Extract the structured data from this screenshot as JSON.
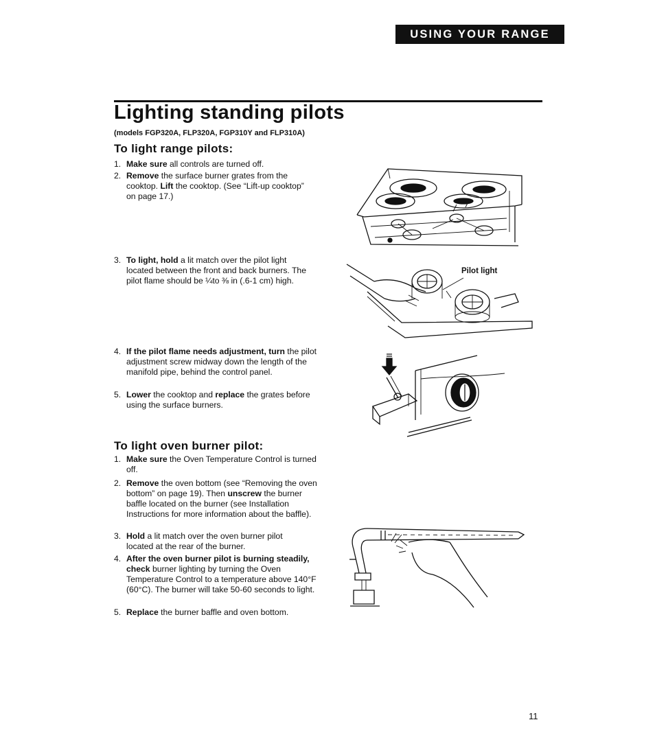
{
  "header": {
    "section_banner": "USING YOUR RANGE"
  },
  "page": {
    "title": "Lighting standing pilots",
    "models": "(models FGP320A, FLP320A, FGP310Y and FLP310A)",
    "page_number": "11"
  },
  "range_section": {
    "heading": "To light range pilots:",
    "steps": [
      {
        "num": "1.",
        "bold": "Make sure",
        "text": " all controls are turned off."
      },
      {
        "num": "2.",
        "bold": "Remove",
        "text": " the surface burner grates from the cooktop.",
        "bold2": " Lift",
        "text2": " the cooktop. (See “Lift-up cooktop” on page 17.)"
      },
      {
        "num": "3.",
        "bold": "To light, hold",
        "text": " a lit match over the pilot light located between the front and back burners. The pilot flame should be ¼to ⅜ in (.6-1 cm) high."
      },
      {
        "num": "4.",
        "bold": "If the pilot flame needs adjustment, turn",
        "text": " the pilot adjustment screw midway down the length of the manifold pipe, behind the control panel."
      },
      {
        "num": "5.",
        "bold": "Lower",
        "text": " the cooktop and",
        "bold2": " replace",
        "text2": " the grates before using the surface burners."
      }
    ]
  },
  "oven_section": {
    "heading": "To light oven burner pilot:",
    "steps": [
      {
        "num": "1.",
        "bold": "Make sure",
        "text": " the Oven Temperature Control is turned off."
      },
      {
        "num": "2.",
        "bold": "Remove",
        "text": " the oven bottom (see “Removing the oven bottom” on page 19). Then",
        "bold2": " unscrew",
        "text2": " the burner baffle located on the burner (see Installation Instructions for more information about the baffle)."
      },
      {
        "num": "3.",
        "bold": "Hold",
        "text": " a lit match over the oven burner pilot located at the rear of the burner."
      },
      {
        "num": "4.",
        "bold": "After the oven burner pilot is burning steadily, check",
        "text": " burner lighting by turning the Oven Temperature Control to a temperature above 140°F (60°C). The burner will take 50-60 seconds to light."
      },
      {
        "num": "5.",
        "bold": "Replace",
        "text": " the burner baffle and oven bottom."
      }
    ]
  },
  "figures": {
    "pilot_light_label": "Pilot light"
  }
}
